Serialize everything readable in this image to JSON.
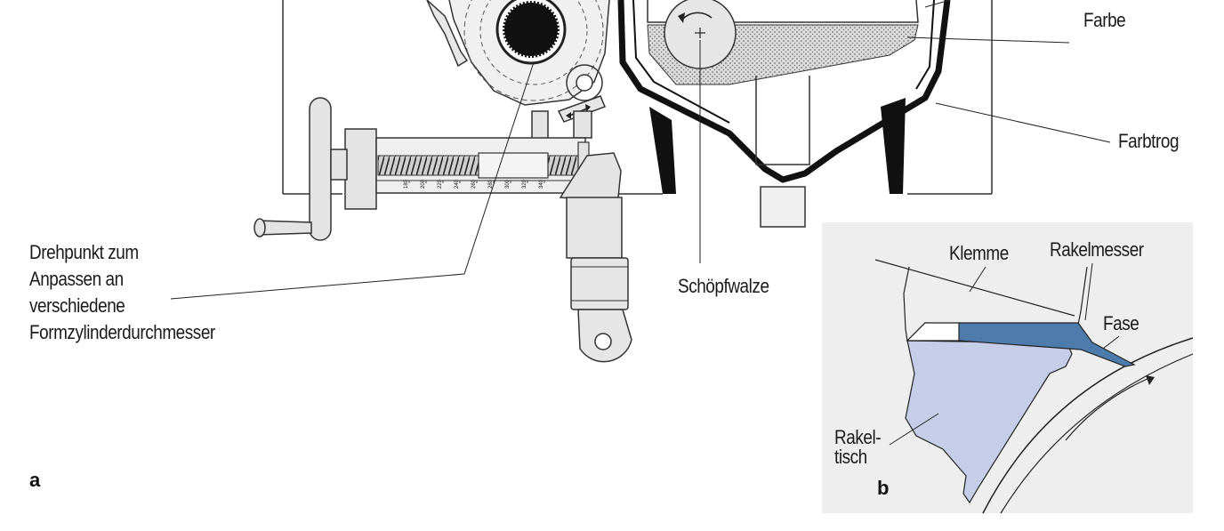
{
  "panel_a": {
    "letter": "a",
    "labels": {
      "farbe": "Farbe",
      "farbtrog": "Farbtrog",
      "schoepfwalze": "Schöpfwalze",
      "drehpunkt_lines": [
        "Drehpunkt zum",
        "Anpassen an",
        "verschiedene",
        "Formzylinderdurchmesser"
      ]
    },
    "scale_ticks": [
      "180",
      "200",
      "220",
      "240",
      "260",
      "280",
      "300",
      "320",
      "340"
    ]
  },
  "panel_b": {
    "letter": "b",
    "labels": {
      "klemme": "Klemme",
      "rakelmesser": "Rakelmesser",
      "fase": "Fase",
      "rakeltisch_lines": [
        "Rakel-",
        "tisch"
      ]
    },
    "colors": {
      "background": "#eeeeee",
      "rakeltisch": "#c5cde9",
      "rakelmesser": "#4d7cac"
    }
  }
}
